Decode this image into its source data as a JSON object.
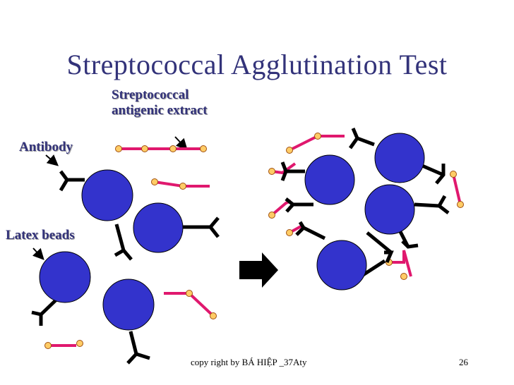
{
  "slide": {
    "title": "Streptococcal Agglutination Test",
    "labels": {
      "extract_line1": "Streptococcal",
      "extract_line2": "antigenic extract",
      "antibody": "Antibody",
      "latex_beads": "Latex beads"
    },
    "footer": {
      "copyright": "copy right by BÁ HIỆP _37Aty",
      "page_number": "26"
    }
  },
  "colors": {
    "bead": "#3333cc",
    "antigen_chain": "#e0186e",
    "antigen_node": "#ffcc66",
    "antibody": "#000000",
    "title_text": "#33337a"
  }
}
